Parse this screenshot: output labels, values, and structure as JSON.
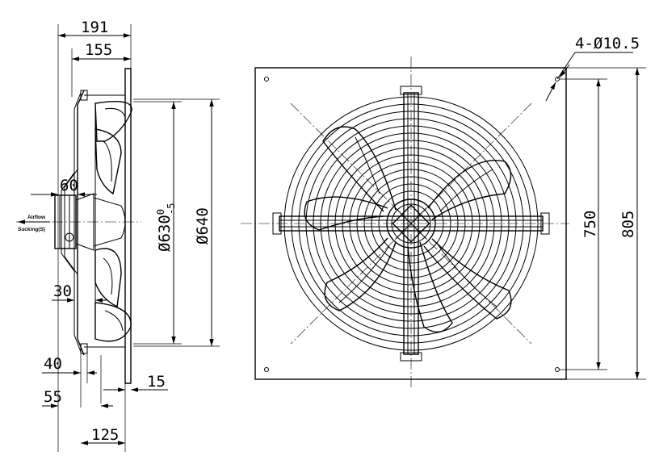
{
  "side_view": {
    "dim_overall_depth": "191",
    "dim_depth_to_flange": "155",
    "dim_motor_offset": "60",
    "dim_blade_offset": "30",
    "dim_dia_impeller_base": "Ø630",
    "dim_dia_impeller_sup": "0",
    "dim_dia_impeller_sub": "-5",
    "dim_dia_guard": "Ø640",
    "dim_40": "40",
    "dim_55": "55",
    "dim_15": "15",
    "dim_125": "125",
    "airflow_label": "Airflow",
    "sucking_label": "Sucking(S)"
  },
  "front_view": {
    "dim_holes": "4-Ø10.5",
    "dim_hole_spacing": "750",
    "dim_plate_size": "805"
  }
}
